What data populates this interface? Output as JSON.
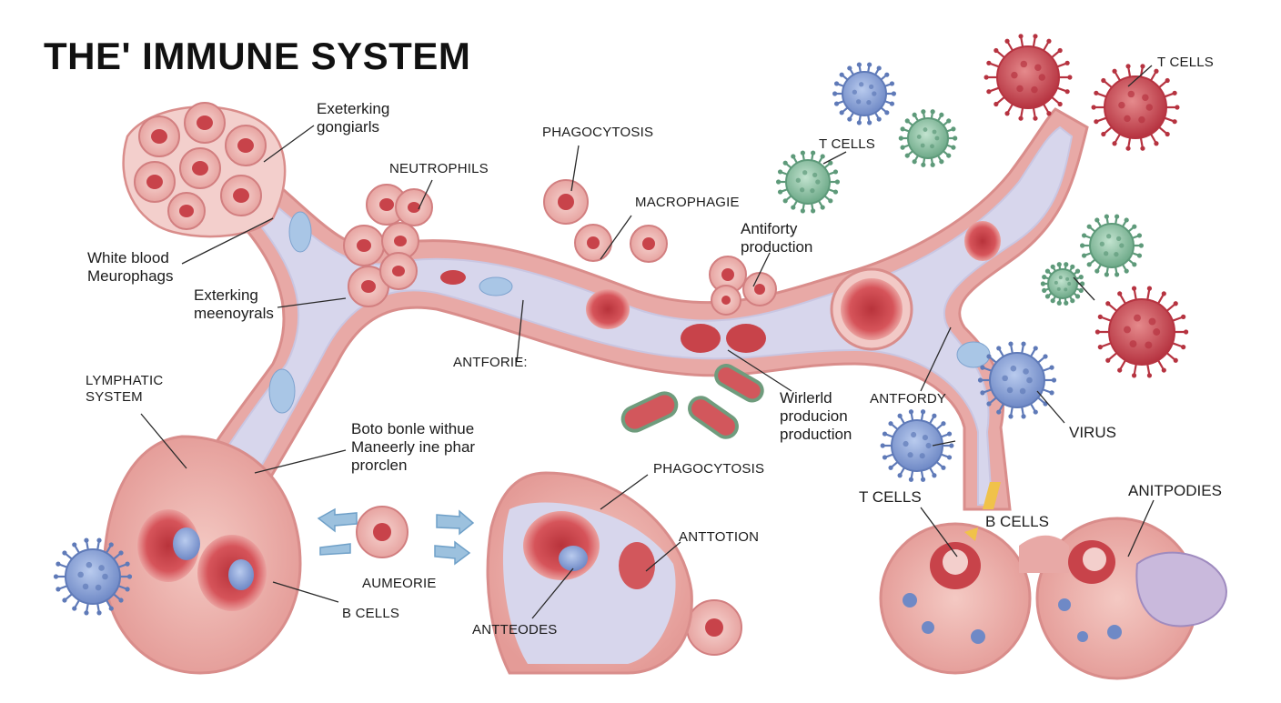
{
  "title": "THE' IMMUNE SYSTEM",
  "labels": {
    "exterking_gongiarls": "Exeterking\ngongiarls",
    "neutrophils": "NEUTROPHILS",
    "phagocytosis_top": "PHAGOCYTOSIS",
    "macrophagie": "MACROPHAGIE",
    "antifority_production": "Antiforty\nproduction",
    "t_cells_mid": "T CELLS",
    "t_cells_top_right": "T CELLS",
    "white_blood": "White blood\nMeurophags",
    "exterking_meenogals": "Exterking\nmeenoyrals",
    "antforie": "ANTFORIE:",
    "lymphatic_system": "LYMPHATIC\nSYSTEM",
    "wirlerld_production": "Wirlerld\nproducion\nproduction",
    "antfordy": "ANTFORDY",
    "virus": "VIRUS",
    "boto_bonle": "Boto bonle withue\nManeerly ine phar\nprorclen",
    "phagocytosis_bottom": "PHAGOCYTOSIS",
    "t_cells_bottom": "T CELLS",
    "b_cells_right": "B CELLS",
    "antipodies": "ANITPODIES",
    "antotion": "ANTTOTION",
    "aumeorie": "AUMEORIE",
    "b_cells_left": "B CELLS",
    "antteodes": "ANTTEODES"
  },
  "colors": {
    "vessel_fill": "#d7d6ec",
    "vessel_wall": "#e8a9a6",
    "red_cell": "#c8434a",
    "red_cell_light": "#f1c5c2",
    "blue_cell": "#8fa8d8",
    "green_cell": "#7fb59a",
    "virus_red": "#c9444f",
    "arrow_blue": "#9cc1de",
    "arrow_yellow": "#f0c24a"
  }
}
